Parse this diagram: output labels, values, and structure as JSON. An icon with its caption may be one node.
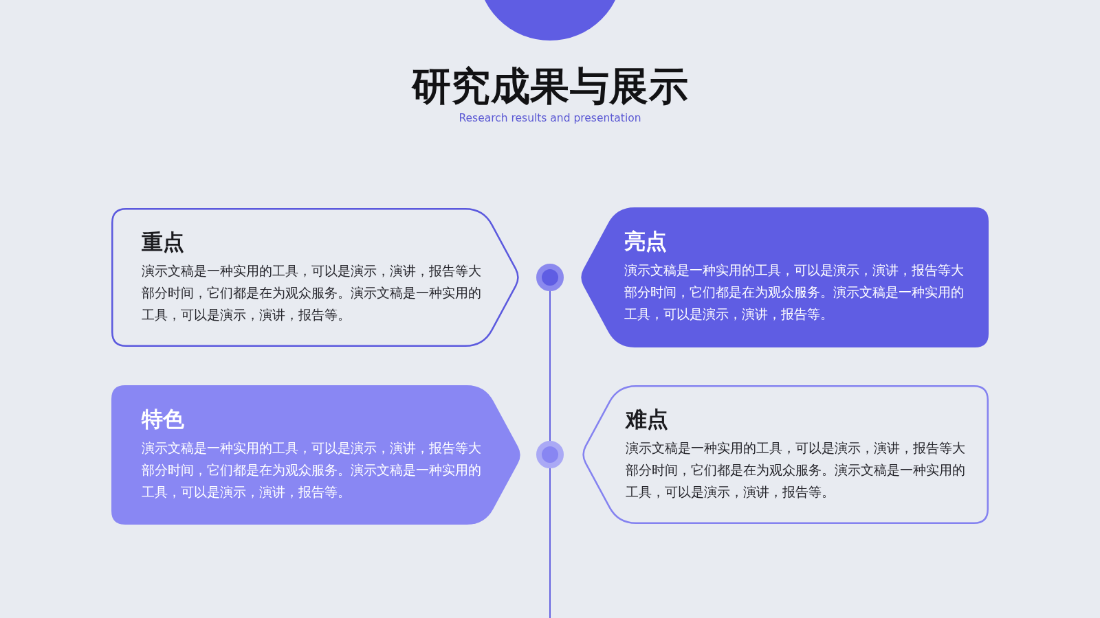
{
  "diagram": {
    "title": "研究成果与展示",
    "nodes": [
      {
        "text": [
          "重点",
          "演示文稿是一种实用的工具，可以是演示，演讲，报告等大部分时间，它们都是在为观众服务。演示文稿是一种实用的工具，可以是演示，演讲，报告等。"
        ]
      },
      {
        "text": [],
        "shape": "circle"
      },
      {
        "text": [
          "亮点",
          "演示文稿是一种实用的工具，可以是演示，演讲，报告等大部分时间，它们都是在为观众服务。演示文稿是一种实用的工具，可以是演示，演讲，报告等。"
        ]
      },
      {
        "text": [
          "特色",
          "演示文稿是一种实用的工具，可以是演示，演讲，报告等大部分时间，它们都是在为观众服务。演示文稿是一种实用的工具，可以是演示，演讲，报告等。"
        ]
      },
      {
        "text": [],
        "shape": "circle"
      },
      {
        "text": [
          "难点",
          "演示文稿是一种实用的工具，可以是演示，演讲，报告等大部分时间，它们都是在为观众服务。演示文稿是一种实用的工具，可以是演示，演讲，报告等。"
        ]
      }
    ],
    "edges": [
      {
        "from": 1,
        "to": 4,
        "arrow": "none"
      },
      {
        "from": 4,
        "to": null,
        "arrow": "none"
      }
    ],
    "labels": [
      "Research results and presentation"
    ]
  }
}
